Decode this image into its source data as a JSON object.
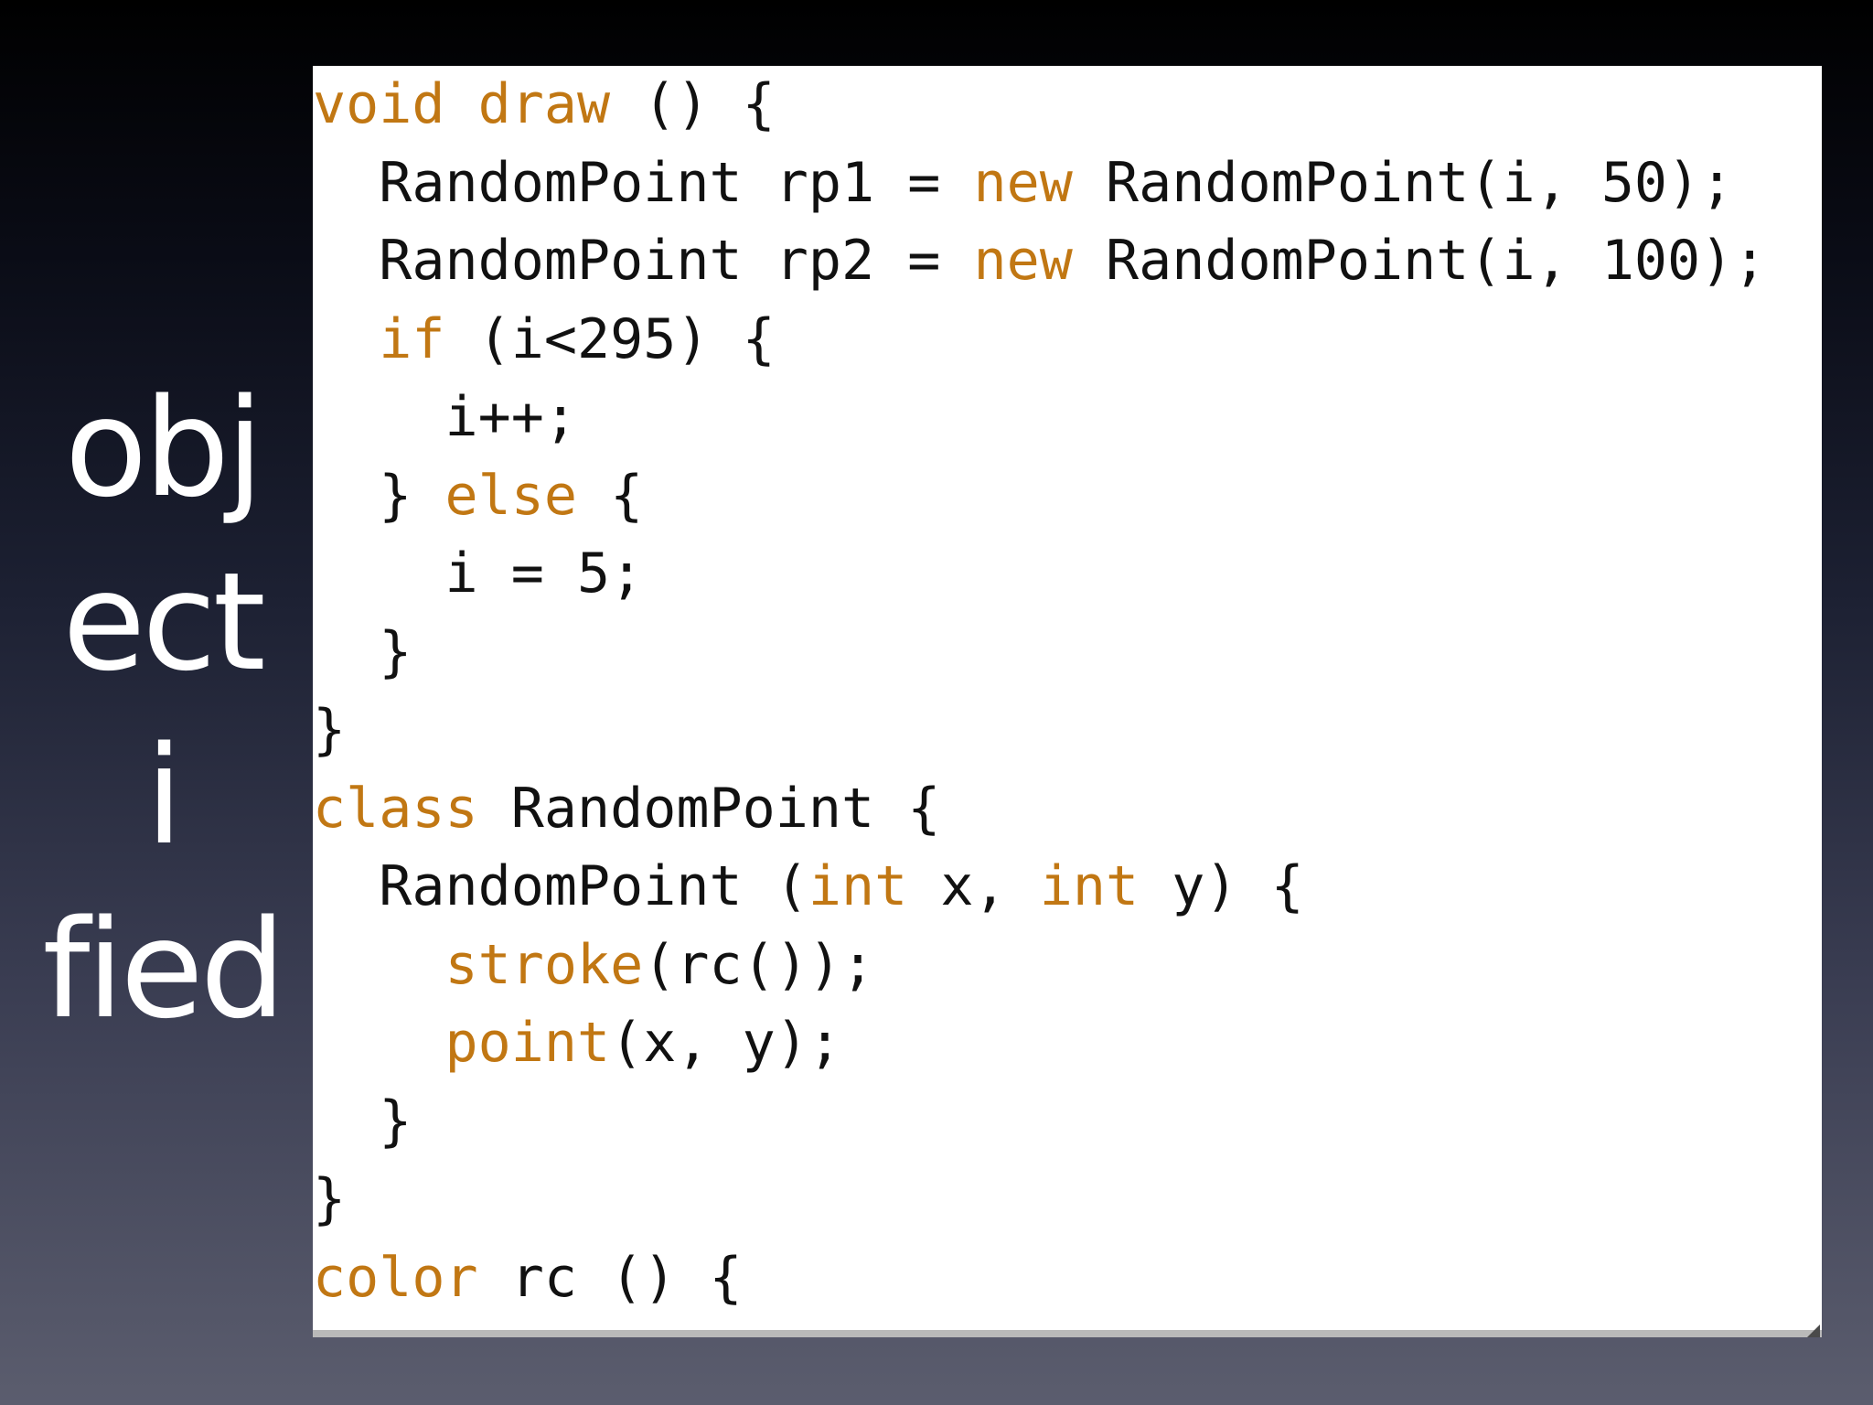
{
  "slide": {
    "title_parts": [
      "obj",
      "ect",
      "i",
      "fied"
    ]
  },
  "code": {
    "keyword_color": "#c17713",
    "text_color": "#111111",
    "lines": [
      [
        {
          "t": "void draw",
          "k": true
        },
        {
          "t": " () {",
          "k": false
        }
      ],
      [
        {
          "t": "  RandomPoint rp1 = ",
          "k": false
        },
        {
          "t": "new",
          "k": true
        },
        {
          "t": " RandomPoint(i, 50);",
          "k": false
        }
      ],
      [
        {
          "t": "  RandomPoint rp2 = ",
          "k": false
        },
        {
          "t": "new",
          "k": true
        },
        {
          "t": " RandomPoint(i, 100);",
          "k": false
        }
      ],
      [
        {
          "t": "  ",
          "k": false
        },
        {
          "t": "if",
          "k": true
        },
        {
          "t": " (i<295) {",
          "k": false
        }
      ],
      [
        {
          "t": "    i++;",
          "k": false
        }
      ],
      [
        {
          "t": "  } ",
          "k": false
        },
        {
          "t": "else",
          "k": true
        },
        {
          "t": " {",
          "k": false
        }
      ],
      [
        {
          "t": "    i = 5;",
          "k": false
        }
      ],
      [
        {
          "t": "  }",
          "k": false
        }
      ],
      [
        {
          "t": "}",
          "k": false
        }
      ],
      [
        {
          "t": "class",
          "k": true
        },
        {
          "t": " RandomPoint {",
          "k": false
        }
      ],
      [
        {
          "t": "  RandomPoint (",
          "k": false
        },
        {
          "t": "int",
          "k": true
        },
        {
          "t": " x, ",
          "k": false
        },
        {
          "t": "int",
          "k": true
        },
        {
          "t": " y) {",
          "k": false
        }
      ],
      [
        {
          "t": "    ",
          "k": false
        },
        {
          "t": "stroke",
          "k": true
        },
        {
          "t": "(rc());",
          "k": false
        }
      ],
      [
        {
          "t": "    ",
          "k": false
        },
        {
          "t": "point",
          "k": true
        },
        {
          "t": "(x, y);",
          "k": false
        }
      ],
      [
        {
          "t": "  }",
          "k": false
        }
      ],
      [
        {
          "t": "}",
          "k": false
        }
      ],
      [
        {
          "t": "color",
          "k": true
        },
        {
          "t": " rc () {",
          "k": false
        }
      ]
    ]
  }
}
